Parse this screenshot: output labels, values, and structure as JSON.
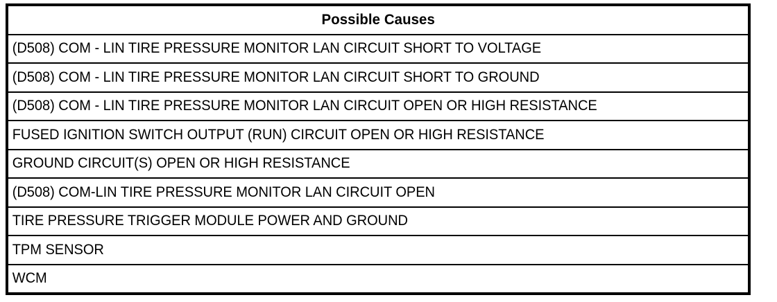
{
  "table": {
    "header": "Possible Causes",
    "rows": [
      "(D508) COM - LIN TIRE PRESSURE MONITOR LAN CIRCUIT SHORT TO VOLTAGE",
      "(D508) COM - LIN TIRE PRESSURE MONITOR LAN CIRCUIT SHORT TO GROUND",
      "(D508) COM - LIN TIRE PRESSURE MONITOR LAN CIRCUIT OPEN OR HIGH RESISTANCE",
      "FUSED IGNITION SWITCH OUTPUT (RUN) CIRCUIT OPEN OR HIGH RESISTANCE",
      "GROUND CIRCUIT(S) OPEN OR HIGH RESISTANCE",
      "(D508) COM-LIN TIRE PRESSURE MONITOR LAN CIRCUIT OPEN",
      "TIRE PRESSURE TRIGGER MODULE POWER AND GROUND",
      "TPM SENSOR",
      "WCM"
    ]
  },
  "colors": {
    "border": "#000000",
    "text": "#000000",
    "background": "#ffffff"
  }
}
